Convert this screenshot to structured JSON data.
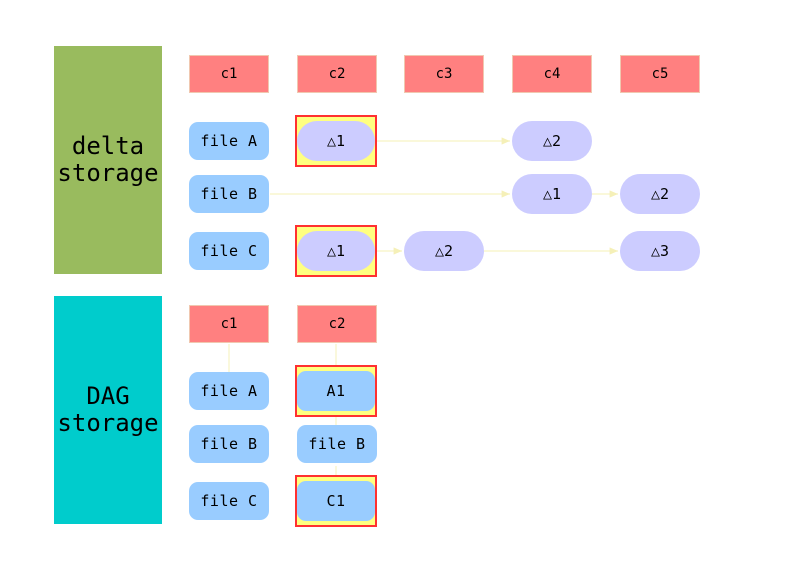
{
  "delta": {
    "label": "delta\nstorage",
    "commits": [
      "c1",
      "c2",
      "c3",
      "c4",
      "c5"
    ],
    "files": [
      "file A",
      "file B",
      "file C"
    ],
    "cells": {
      "a_c2": "△1",
      "a_c4": "△2",
      "b_c4": "△1",
      "b_c5": "△2",
      "c_c2": "△1",
      "c_c3": "△2",
      "c_c5": "△3"
    }
  },
  "dag": {
    "label": "DAG\nstorage",
    "commits": [
      "c1",
      "c2"
    ],
    "files": [
      "file A",
      "file B",
      "file C"
    ],
    "cells": {
      "a_c2": "A1",
      "b_c2": "file B",
      "c_c2": "C1"
    }
  },
  "colors": {
    "delta_label_bg": "#99bb5e",
    "dag_label_bg": "#00cccc",
    "commit": "#ff8080",
    "file": "#99ccff",
    "delta_node": "#ccccff",
    "highlight_fill": "#ffff80",
    "highlight_border": "#ff3030",
    "connector": "#fafad2"
  }
}
